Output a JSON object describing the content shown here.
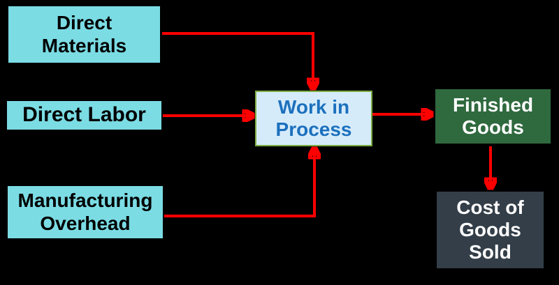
{
  "diagram": {
    "type": "flowchart",
    "description": "Flow of manufacturing costs",
    "nodes": [
      {
        "id": "direct-materials",
        "label": "Direct\nMaterials",
        "role": "cost-input"
      },
      {
        "id": "direct-labor",
        "label": "Direct Labor",
        "role": "cost-input"
      },
      {
        "id": "manufacturing-overhead",
        "label": "Manufacturing\nOverhead",
        "role": "cost-input"
      },
      {
        "id": "work-in-process",
        "label": "Work in\nProcess",
        "role": "inventory-stage"
      },
      {
        "id": "finished-goods",
        "label": "Finished\nGoods",
        "role": "inventory-stage"
      },
      {
        "id": "cost-of-goods-sold",
        "label": "Cost of\nGoods\nSold",
        "role": "expense"
      }
    ],
    "edges": [
      {
        "from": "direct-materials",
        "to": "work-in-process"
      },
      {
        "from": "direct-labor",
        "to": "work-in-process"
      },
      {
        "from": "manufacturing-overhead",
        "to": "work-in-process"
      },
      {
        "from": "work-in-process",
        "to": "finished-goods"
      },
      {
        "from": "finished-goods",
        "to": "cost-of-goods-sold"
      }
    ],
    "colors": {
      "background": "#000000",
      "arrow": "#FF0000",
      "input_fill": "#7BDCE4",
      "input_border": "#000000",
      "input_text": "#000000",
      "wip_fill": "#D6EBFA",
      "wip_border": "#7CAD43",
      "wip_text": "#1C70BD",
      "finished_fill": "#2F693E",
      "cogs_fill": "#333E48",
      "output_border": "#000000",
      "output_text": "#FFFFFF"
    }
  }
}
